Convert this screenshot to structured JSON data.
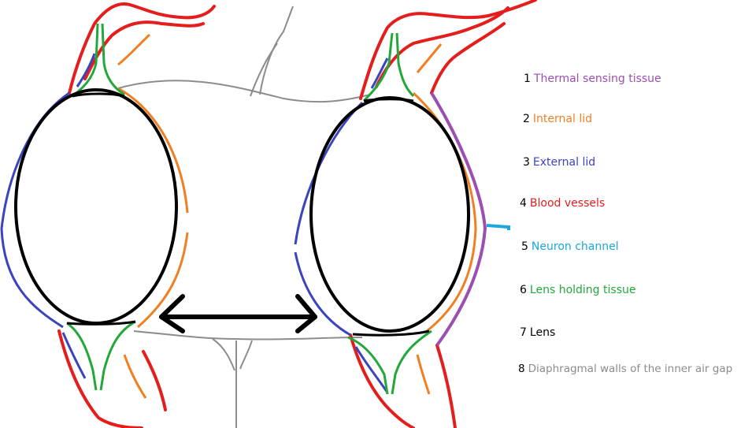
{
  "diagram": {
    "legend": [
      {
        "number": "1",
        "label": "Thermal sensing tissue",
        "color": "#9b4fb0"
      },
      {
        "number": "2",
        "label": "Internal lid",
        "color": "#f07f22"
      },
      {
        "number": "3",
        "label": "External lid",
        "color": "#3a44bd"
      },
      {
        "number": "4",
        "label": "Blood vessels",
        "color": "#e41d1d"
      },
      {
        "number": "5",
        "label": "Neuron channel",
        "color": "#19a7e0"
      },
      {
        "number": "6",
        "label": "Lens holding tissue",
        "color": "#22a83a"
      },
      {
        "number": "7",
        "label": "Lens",
        "color": "#000000"
      },
      {
        "number": "8",
        "label": "Diaphragmal walls of the inner air gap",
        "color": "#8c8c8c"
      }
    ],
    "colors": {
      "lens": "#000000",
      "internal_lid": "#f07f22",
      "external_lid": "#3a44bd",
      "blood_vessels": "#e41d1d",
      "neuron_channel": "#19a7e0",
      "thermal_tissue": "#9b4fb0",
      "holding_tissue": "#22a83a",
      "diaphragm": "#8c8c8c",
      "arrow": "#000000"
    }
  }
}
